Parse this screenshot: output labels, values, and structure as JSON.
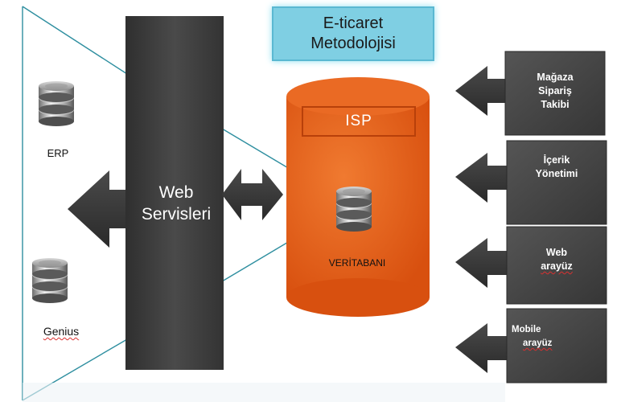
{
  "title": {
    "line1": "E-ticaret",
    "line2": "Metodolojisi"
  },
  "web_services": {
    "line1": "Web",
    "line2": "Servisleri"
  },
  "isp": {
    "label": "ISP",
    "db_label": "VERİTABANI"
  },
  "left_databases": {
    "erp": "ERP",
    "genius": "Genius"
  },
  "right_boxes": [
    {
      "lines": [
        "Mağaza",
        "Sipariş",
        "Takibi"
      ]
    },
    {
      "lines": [
        "İçerik",
        "Yönetimi"
      ]
    },
    {
      "lines": [
        "Web",
        "arayüz"
      ]
    },
    {
      "lines": [
        "Mobile",
        "arayüz"
      ]
    }
  ],
  "colors": {
    "dark_panel": "#444444",
    "isp_orange": "#e55b15",
    "title_fill": "#7fcfe3",
    "funnel_line": "#2f8fa0"
  }
}
